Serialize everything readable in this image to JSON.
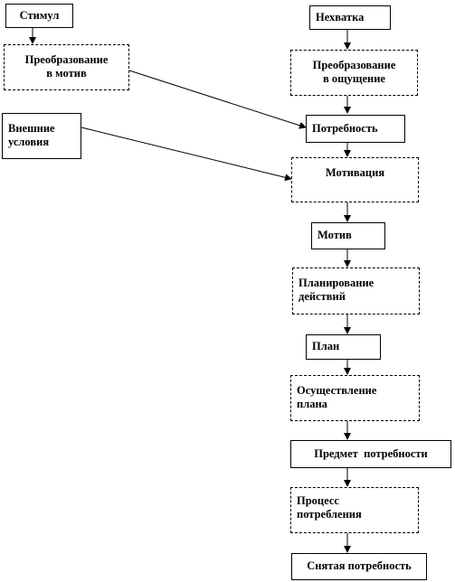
{
  "nodes": {
    "stimulus": "Стимул",
    "to_motive": "Преобразование\nв мотив",
    "external": "Внешние\nусловия",
    "lack": "Нехватка",
    "to_sensation": "Преобразование\nв ощущение",
    "need": "Потребность",
    "motivation": "Мотивация",
    "motive": "Мотив",
    "planning": "Планирование\nдействий",
    "plan": "План",
    "execution": "Осуществление\nплана",
    "need_object": "Предмет  потребности",
    "consumption": "Процесс\nпотребления",
    "satisfied": "Снятая потребность"
  },
  "colors": {
    "line": "#000000",
    "background": "#ffffff"
  }
}
